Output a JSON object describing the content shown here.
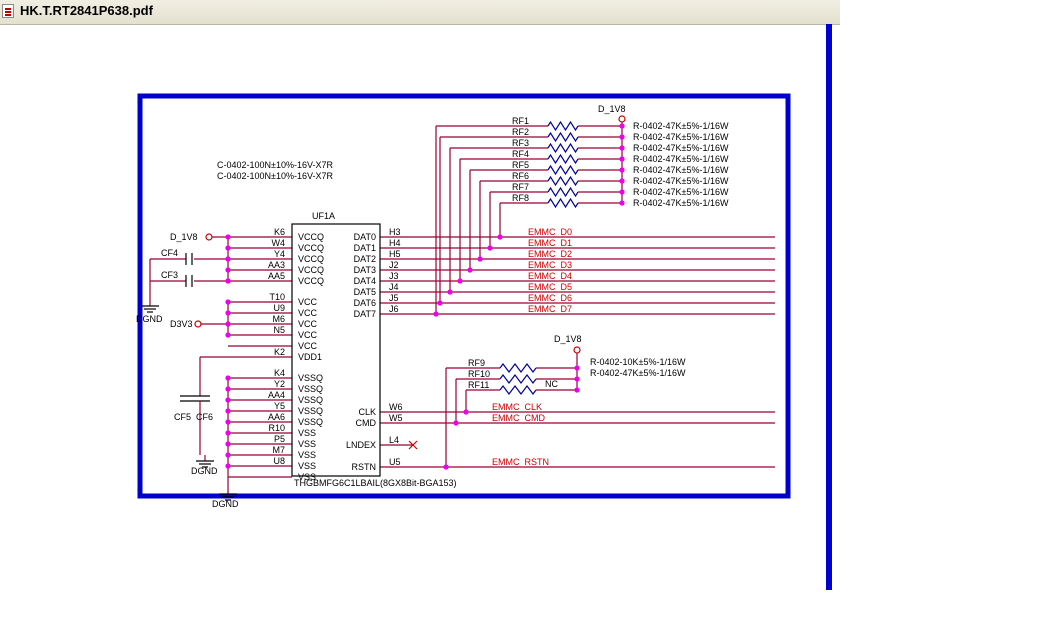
{
  "window": {
    "title": "HK.T.RT2841P638.pdf"
  },
  "schematic": {
    "power": {
      "d1v8": "D_1V8",
      "d3v3": "D3V3",
      "dgnd": "DGND"
    },
    "caps_note": [
      "C-0402-100N±10%-16V-X7R",
      "C-0402-100N±10%-16V-X7R"
    ],
    "chip": {
      "ref": "UF1A",
      "part": "THGBMFG6C1LBAIL(8GX8Bit-BGA153)"
    },
    "capacitors": [
      "CF4",
      "CF3",
      "CF5",
      "CF6"
    ],
    "left_pins": [
      {
        "ball": "K6",
        "name": "VCCQ"
      },
      {
        "ball": "W4",
        "name": "VCCQ"
      },
      {
        "ball": "Y4",
        "name": "VCCQ"
      },
      {
        "ball": "AA3",
        "name": "VCCQ"
      },
      {
        "ball": "AA5",
        "name": "VCCQ"
      },
      {
        "ball": "T10",
        "name": "VCC"
      },
      {
        "ball": "U9",
        "name": "VCC"
      },
      {
        "ball": "M6",
        "name": "VCC"
      },
      {
        "ball": "N5",
        "name": "VCC"
      },
      {
        "ball": "",
        "name": "VCC"
      },
      {
        "ball": "K2",
        "name": "VDD1"
      },
      {
        "ball": "K4",
        "name": "VSSQ"
      },
      {
        "ball": "Y2",
        "name": "VSSQ"
      },
      {
        "ball": "AA4",
        "name": "VSSQ"
      },
      {
        "ball": "Y5",
        "name": "VSSQ"
      },
      {
        "ball": "AA6",
        "name": "VSSQ"
      },
      {
        "ball": "R10",
        "name": "VSS"
      },
      {
        "ball": "P5",
        "name": "VSS"
      },
      {
        "ball": "M7",
        "name": "VSS"
      },
      {
        "ball": "U8",
        "name": "VSS"
      },
      {
        "ball": "",
        "name": "VSS"
      }
    ],
    "data_pins": [
      {
        "name": "DAT0",
        "ball": "H3",
        "net": "EMMC_D0"
      },
      {
        "name": "DAT1",
        "ball": "H4",
        "net": "EMMC_D1"
      },
      {
        "name": "DAT2",
        "ball": "H5",
        "net": "EMMC_D2"
      },
      {
        "name": "DAT3",
        "ball": "J2",
        "net": "EMMC_D3"
      },
      {
        "name": "DAT4",
        "ball": "J3",
        "net": "EMMC_D4"
      },
      {
        "name": "DAT5",
        "ball": "J4",
        "net": "EMMC_D5"
      },
      {
        "name": "DAT6",
        "ball": "J5",
        "net": "EMMC_D6"
      },
      {
        "name": "DAT7",
        "ball": "J6",
        "net": "EMMC_D7"
      }
    ],
    "ctrl_pins": [
      {
        "name": "CLK",
        "ball": "W6",
        "net": "EMMC_CLK"
      },
      {
        "name": "CMD",
        "ball": "W5",
        "net": "EMMC_CMD"
      },
      {
        "name": "LNDEX",
        "ball": "L4",
        "net": ""
      },
      {
        "name": "RSTN",
        "ball": "U5",
        "net": "EMMC_RSTN"
      }
    ],
    "pullups_data": [
      {
        "ref": "RF1",
        "value": "R-0402-47K±5%-1/16W"
      },
      {
        "ref": "RF2",
        "value": "R-0402-47K±5%-1/16W"
      },
      {
        "ref": "RF3",
        "value": "R-0402-47K±5%-1/16W"
      },
      {
        "ref": "RF4",
        "value": "R-0402-47K±5%-1/16W"
      },
      {
        "ref": "RF5",
        "value": "R-0402-47K±5%-1/16W"
      },
      {
        "ref": "RF6",
        "value": "R-0402-47K±5%-1/16W"
      },
      {
        "ref": "RF7",
        "value": "R-0402-47K±5%-1/16W"
      },
      {
        "ref": "RF8",
        "value": "R-0402-47K±5%-1/16W"
      }
    ],
    "pullups_ctrl": [
      {
        "ref": "RF9",
        "value": "R-0402-10K±5%-1/16W"
      },
      {
        "ref": "RF10",
        "value": "R-0402-47K±5%-1/16W"
      },
      {
        "ref": "RF11",
        "value": "NC"
      }
    ]
  },
  "colors": {
    "wire": "#990033",
    "net": "#cc0000",
    "resistor": "#000099",
    "dot": "#ee00ee",
    "frame": "#0000cc"
  }
}
